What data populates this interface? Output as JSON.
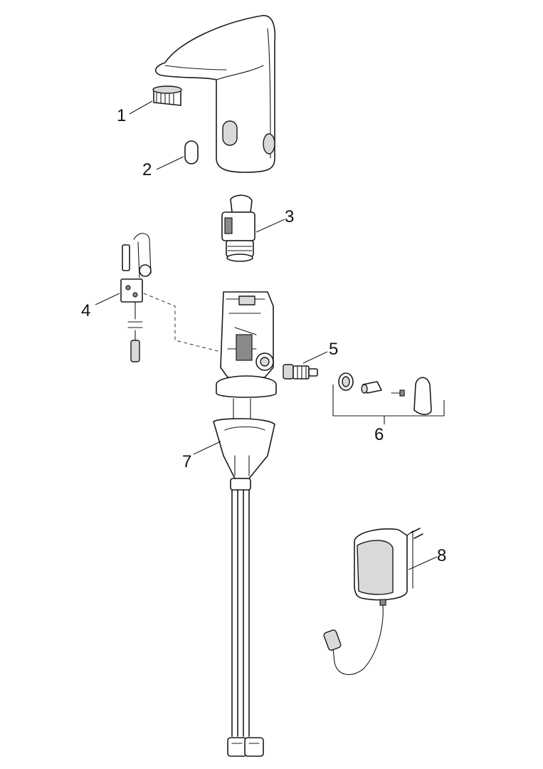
{
  "callouts": [
    {
      "number": "1",
      "part": "aerator"
    },
    {
      "number": "2",
      "part": "sensor-window"
    },
    {
      "number": "3",
      "part": "valve-cartridge"
    },
    {
      "number": "4",
      "part": "electronic-module"
    },
    {
      "number": "5",
      "part": "temperature-cartridge"
    },
    {
      "number": "6",
      "part": "lever-kit"
    },
    {
      "number": "7",
      "part": "mounting-bracket-hoses"
    },
    {
      "number": "8",
      "part": "power-adapter"
    }
  ]
}
